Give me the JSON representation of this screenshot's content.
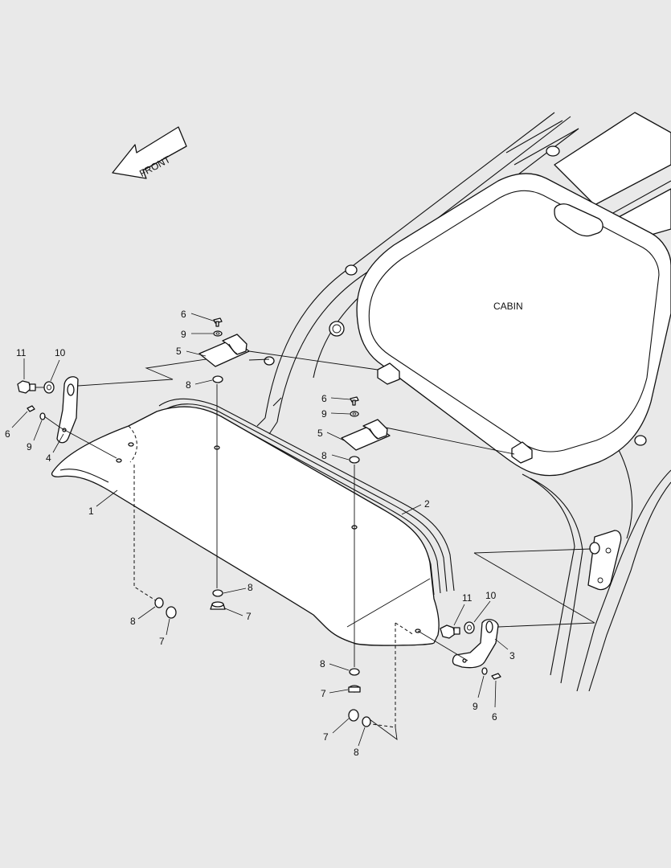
{
  "front_label": "FRONT",
  "cabin_label": "CABIN",
  "callouts": {
    "c11_left": "11",
    "c10_left": "10",
    "c6_left": "6",
    "c9_left": "9",
    "c4": "4",
    "c1": "1",
    "c6_top": "6",
    "c9_top": "9",
    "c5_top": "5",
    "c8_top": "8",
    "c6_mid": "6",
    "c9_mid": "9",
    "c5_mid": "5",
    "c8_mid": "8",
    "c2": "2",
    "c8_lowmid": "8",
    "c7_lowmid": "7",
    "c8_lowleft": "8",
    "c7_lowleft": "7",
    "c11_right": "11",
    "c10_right": "10",
    "c3": "3",
    "c9_right": "9",
    "c6_right": "6",
    "c8_bottom": "8",
    "c7_bottom": "7",
    "c7_lowest": "7",
    "c8_lowest": "8"
  }
}
